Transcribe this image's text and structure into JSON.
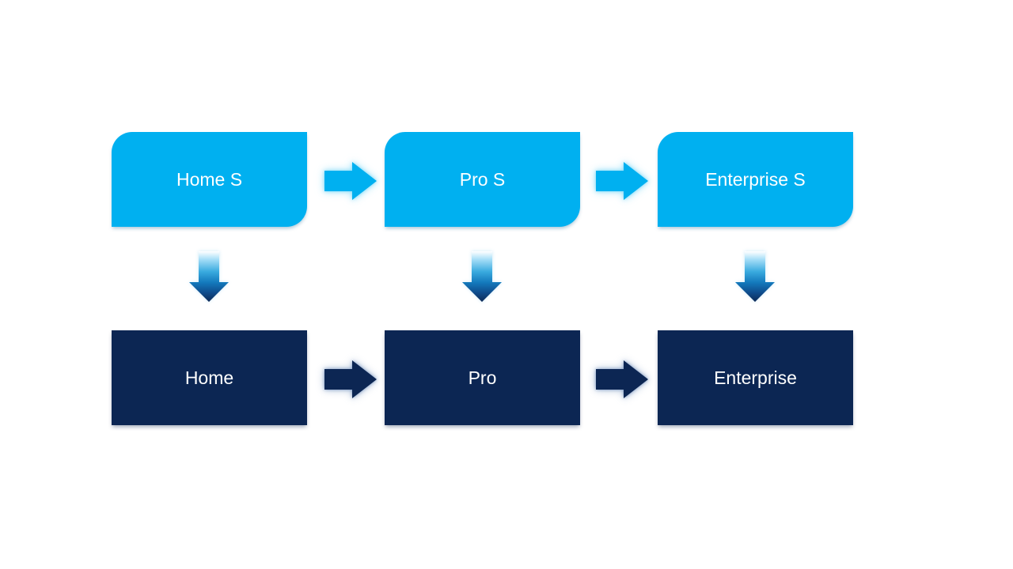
{
  "slide": {
    "background_color": "#FFFFFF"
  },
  "colors": {
    "top_box_fill": "#00B0F0",
    "bottom_box_fill": "#0C2653",
    "label_text": "#FFFFFF",
    "down_arrow_gradient": [
      "#FFFFFF",
      "#A6DEF7",
      "#3AABDF",
      "#1379BC",
      "#0F4C8C",
      "#0E2A56"
    ]
  },
  "top_row": {
    "items": [
      {
        "label": "Home S"
      },
      {
        "label": "Pro S"
      },
      {
        "label": "Enterprise S"
      }
    ]
  },
  "bottom_row": {
    "items": [
      {
        "label": "Home"
      },
      {
        "label": "Pro"
      },
      {
        "label": "Enterprise"
      }
    ]
  },
  "icons": {
    "right_arrow": "block right arrow",
    "down_arrow": "block down arrow with top-to-bottom light-to-dark gradient"
  }
}
